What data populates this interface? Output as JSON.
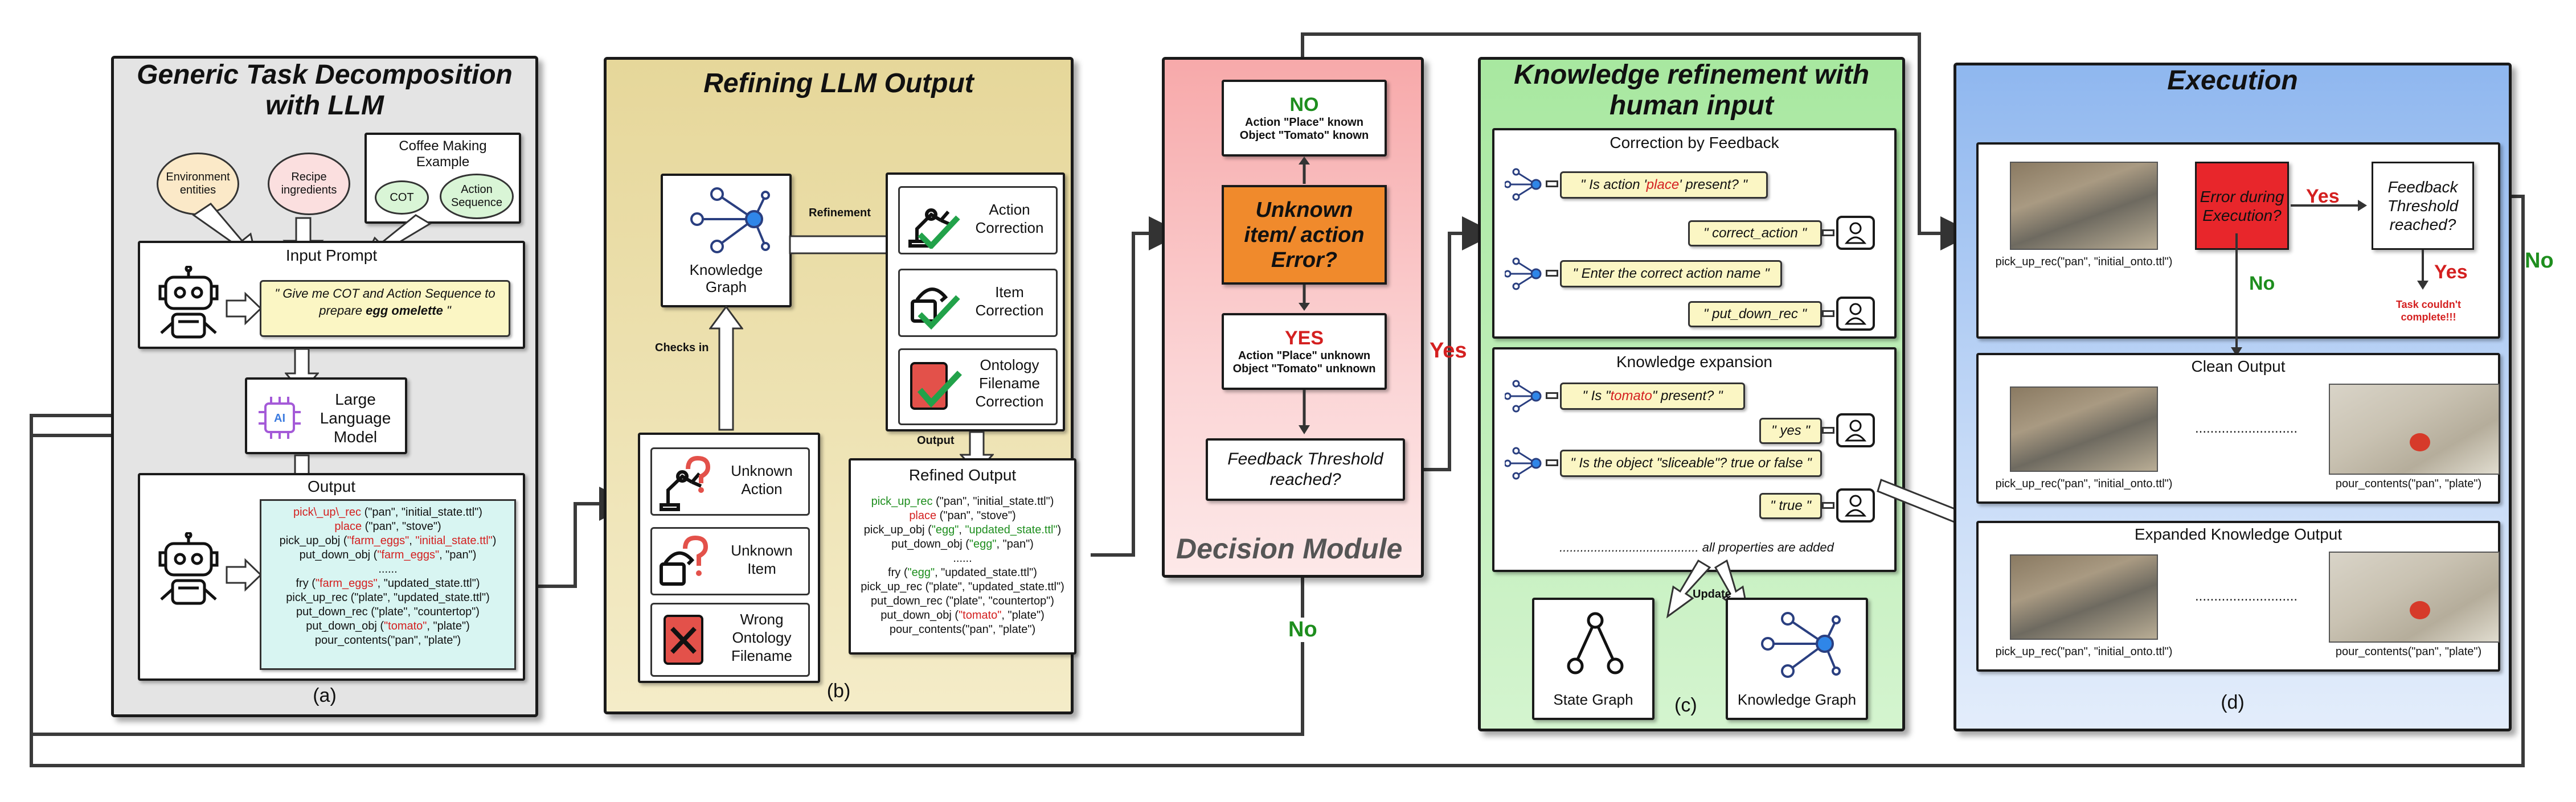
{
  "panel_a": {
    "title": "Generic Task Decomposition with LLM",
    "env_entities": "Environment entities",
    "recipe": "Recipe ingredients",
    "coffee_title": "Coffee Making Example",
    "cot": "COT",
    "action_sequence": "Action Sequence",
    "input_prompt": "Input Prompt",
    "prompt_text_1": "\" Give me COT and Action Sequence to prepare ",
    "prompt_text_bold": "egg omelette",
    "prompt_text_2": " \"",
    "llm": "Large Language Model",
    "output_title": "Output",
    "output_lines": [
      [
        {
          "t": "pick\\_up\\_rec",
          "c": "red"
        },
        {
          "t": " (\"pan\", \"initial_state.ttl\")",
          "c": ""
        }
      ],
      [
        {
          "t": "place",
          "c": "red"
        },
        {
          "t": " (\"pan\", \"stove\")",
          "c": ""
        }
      ],
      [
        {
          "t": "pick_up_obj (",
          "c": ""
        },
        {
          "t": "\"farm_eggs\"",
          "c": "red"
        },
        {
          "t": ", ",
          "c": ""
        },
        {
          "t": "\"initial_state.ttl\"",
          "c": "red"
        },
        {
          "t": ")",
          "c": ""
        }
      ],
      [
        {
          "t": "put_down_obj (",
          "c": ""
        },
        {
          "t": "\"farm_eggs\"",
          "c": "red"
        },
        {
          "t": ", \"pan\")",
          "c": ""
        }
      ],
      [
        {
          "t": "......",
          "c": ""
        }
      ],
      [
        {
          "t": "fry (",
          "c": ""
        },
        {
          "t": "\"farm_eggs\"",
          "c": "red"
        },
        {
          "t": ", \"updated_state.ttl\")",
          "c": ""
        }
      ],
      [
        {
          "t": "pick_up_rec (\"plate\", \"updated_state.ttl\")",
          "c": ""
        }
      ],
      [
        {
          "t": "put_down_rec (\"plate\", \"countertop\")",
          "c": ""
        }
      ],
      [
        {
          "t": "put_down_obj (",
          "c": ""
        },
        {
          "t": "\"tomato\"",
          "c": "red"
        },
        {
          "t": ", \"plate\")",
          "c": ""
        }
      ],
      [
        {
          "t": "pour_contents(\"pan\", \"plate\")",
          "c": ""
        }
      ]
    ],
    "sublabel": "(a)"
  },
  "panel_b": {
    "title": "Refining LLM Output",
    "knowledge_graph": "Knowledge Graph",
    "refinement": "Refinement",
    "checks_in": "Checks in",
    "action_correction": "Action Correction",
    "item_correction": "Item Correction",
    "ontology_correction": "Ontology Filename Correction",
    "unknown_action": "Unknown Action",
    "unknown_item": "Unknown Item",
    "wrong_ontology": "Wrong Ontology Filename",
    "output_label": "Output",
    "refined_title": "Refined Output",
    "refined_lines": [
      [
        {
          "t": "pick_up_rec",
          "c": "green"
        },
        {
          "t": " (\"pan\", \"initial_state.ttl\")",
          "c": ""
        }
      ],
      [
        {
          "t": "place",
          "c": "red"
        },
        {
          "t": " (\"pan\", \"stove\")",
          "c": ""
        }
      ],
      [
        {
          "t": "pick_up_obj (",
          "c": ""
        },
        {
          "t": "\"egg\"",
          "c": "green"
        },
        {
          "t": ", ",
          "c": ""
        },
        {
          "t": "\"updated_state.ttl\"",
          "c": "green"
        },
        {
          "t": ")",
          "c": ""
        }
      ],
      [
        {
          "t": "put_down_obj (",
          "c": ""
        },
        {
          "t": "\"egg\"",
          "c": "green"
        },
        {
          "t": ", \"pan\")",
          "c": ""
        }
      ],
      [
        {
          "t": "......",
          "c": ""
        }
      ],
      [
        {
          "t": "fry (",
          "c": ""
        },
        {
          "t": "\"egg\"",
          "c": "green"
        },
        {
          "t": ", \"updated_state.ttl\")",
          "c": ""
        }
      ],
      [
        {
          "t": "pick_up_rec (\"plate\", \"updated_state.ttl\")",
          "c": ""
        }
      ],
      [
        {
          "t": "put_down_rec (\"plate\", \"countertop\")",
          "c": ""
        }
      ],
      [
        {
          "t": "put_down_obj (",
          "c": ""
        },
        {
          "t": "\"tomato\"",
          "c": "red"
        },
        {
          "t": ", \"plate\")",
          "c": ""
        }
      ],
      [
        {
          "t": "pour_contents(\"pan\", \"plate\")",
          "c": ""
        }
      ]
    ],
    "sublabel": "(b)"
  },
  "decision": {
    "no_title": "NO",
    "no_line1": "Action \"Place\" known",
    "no_line2": "Object \"Tomato\" known",
    "unknown": "Unknown item/ action Error?",
    "yes_title": "YES",
    "yes_line1": "Action \"Place\" unknown",
    "yes_line2": "Object \"Tomato\" unknown",
    "threshold": "Feedback Threshold reached?",
    "module": "Decision Module",
    "yes_label": "Yes",
    "no_label": "No"
  },
  "panel_c": {
    "title": "Knowledge refinement with human input",
    "correction_title": "Correction by Feedback",
    "q1_a": "\" Is action '",
    "q1_b": "place",
    "q1_c": "' present?  \"",
    "a1": "\" correct_action \"",
    "q2": "\" Enter the correct action name \"",
    "a2": "\" put_down_rec \"",
    "expansion_title": "Knowledge expansion",
    "q3_a": "\" Is \"",
    "q3_b": "tomato",
    "q3_c": "\" present? \"",
    "a3": "\" yes \"",
    "q4": "\" Is the object \"sliceable\"? true or false \"",
    "a4": "\" true \"",
    "all_props": "........................................ all properties are added",
    "update": "Update",
    "state_graph": "State Graph",
    "knowledge_graph": "Knowledge Graph",
    "sublabel": "(c)"
  },
  "panel_d": {
    "title": "Execution",
    "error": "Error during Execution?",
    "yes": "Yes",
    "threshold": "Feedback Threshold reached?",
    "yes2": "Yes",
    "no": "No",
    "no_right": "No",
    "fail": "Task couldn't complete!!!",
    "img1_caption": "pick_up_rec(\"pan\", \"initial_onto.ttl\")",
    "clean_title": "Clean Output",
    "clean_left": "pick_up_rec(\"pan\", \"initial_onto.ttl\")",
    "clean_right": "pour_contents(\"pan\", \"plate\")",
    "expanded_title": "Expanded Knowledge Output",
    "exp_left": "pick_up_rec(\"pan\", \"initial_onto.ttl\")",
    "exp_right": "pour_contents(\"pan\", \"plate\")",
    "dots": "...........................",
    "sublabel": "(d)"
  },
  "colors": {
    "panel_a_bg": "#e4e4e4",
    "panel_b_bg": "#ecdfa8",
    "decision_bg": "#f7b8b8",
    "panel_c_bg": "#b9ecb3",
    "panel_d_bg": "#a9c9f2",
    "unknown_box": "#f08a2c",
    "error_box": "#e8262b",
    "green": "#1e8e1e",
    "red": "#d42020"
  }
}
